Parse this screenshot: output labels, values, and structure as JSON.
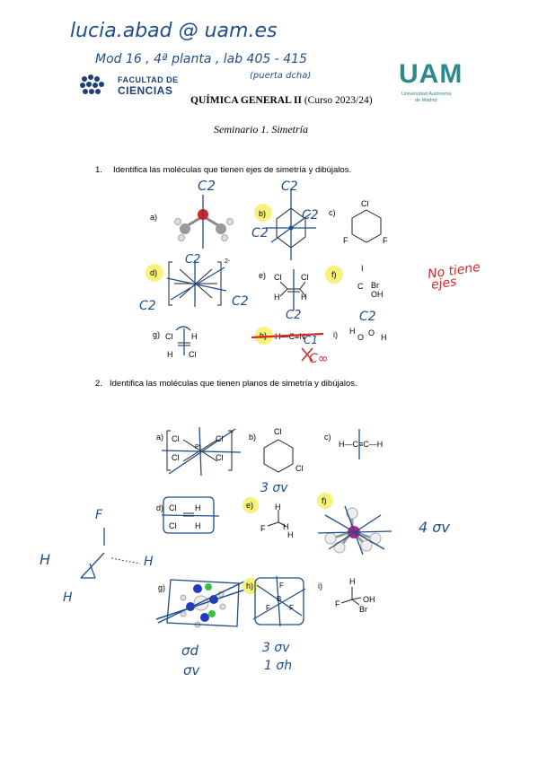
{
  "handwriting": {
    "email": "lucia.abad @ uam.es",
    "location": "Mod 16 , 4ª planta , lab 405 - 415",
    "door": "(puerta dcha)"
  },
  "header": {
    "faculty_line1": "FACULTAD DE",
    "faculty_line2": "CIENCIAS",
    "title_bold": "QUÍMICA GENERAL II",
    "title_rest": " (Curso 2023/24)",
    "uam_logo": "UAM",
    "uam_sub1": "Universidad Autónoma",
    "uam_sub2": "de Madrid",
    "subtitle": "Seminario 1. Simetría"
  },
  "question1": {
    "number": "1.",
    "text": "Identifica las moléculas que tienen ejes de simetría y dibújalos.",
    "labels": {
      "a": "a)",
      "b": "b)",
      "c": "c)",
      "d": "d)",
      "e": "e)",
      "f": "f)",
      "g": "g)",
      "h": "h)",
      "i": "i)"
    },
    "annotations": {
      "a_axis": "C2",
      "b_top": "C2",
      "b_right": "C2",
      "b_left": "C2",
      "d_top": "C2",
      "d_left": "C2",
      "d_right": "C2",
      "e_bottom": "C2",
      "i_top": "C2",
      "h_c1": "C1",
      "h_cinf": "C∞",
      "no_axes_1": "No tiene",
      "no_axes_2": "ejes"
    },
    "atoms": {
      "c_cl": "Cl",
      "c_f1": "F",
      "c_f2": "F",
      "d_charge": "2-",
      "e_cl1": "Cl",
      "e_cl2": "Cl",
      "e_h1": "H",
      "e_h2": "H",
      "f_i": "I",
      "f_br": "Br",
      "f_c": "C",
      "f_oh": "OH",
      "g_cl1": "Cl",
      "g_h1": "H",
      "g_h2": "H",
      "g_cl2": "Cl",
      "h_formula": "H—C≡N",
      "i_h1": "H",
      "i_o1": "O",
      "i_o2": "O",
      "i_h2": "H"
    }
  },
  "question2": {
    "number": "2.",
    "text": "Identifica las moléculas que tienen planos de simetría y dibújalos.",
    "labels": {
      "a": "a)",
      "b": "b)",
      "c": "c)",
      "d": "d)",
      "e": "e)",
      "f": "f)",
      "g": "g)",
      "h": "h)",
      "i": "i)"
    },
    "annotations": {
      "b_planes": "3 σv",
      "f_planes": "4 σv",
      "g_1": "σd",
      "g_2": "σv",
      "h_1": "3 σv",
      "h_2": "1 σh"
    },
    "atoms": {
      "a_cl": "Cl",
      "a_pt": "Pt",
      "a_charge": "-",
      "b_cl1": "Cl",
      "b_cl2": "Cl",
      "c_formula": "H—C≡C—H",
      "d_cl1": "Cl",
      "d_cl2": "Cl",
      "d_h1": "H",
      "d_h2": "H",
      "e_h1": "H",
      "e_f": "F",
      "e_h2": "H",
      "e_h3": "H",
      "h_f1": "F",
      "h_b": "B",
      "h_f2": "F",
      "h_f3": "F",
      "i_h": "H",
      "i_f": "F",
      "i_oh": "OH",
      "i_br": "Br"
    },
    "margin_sketch": {
      "f": "F",
      "h1": "H",
      "h2": "H",
      "h3": "H"
    }
  }
}
